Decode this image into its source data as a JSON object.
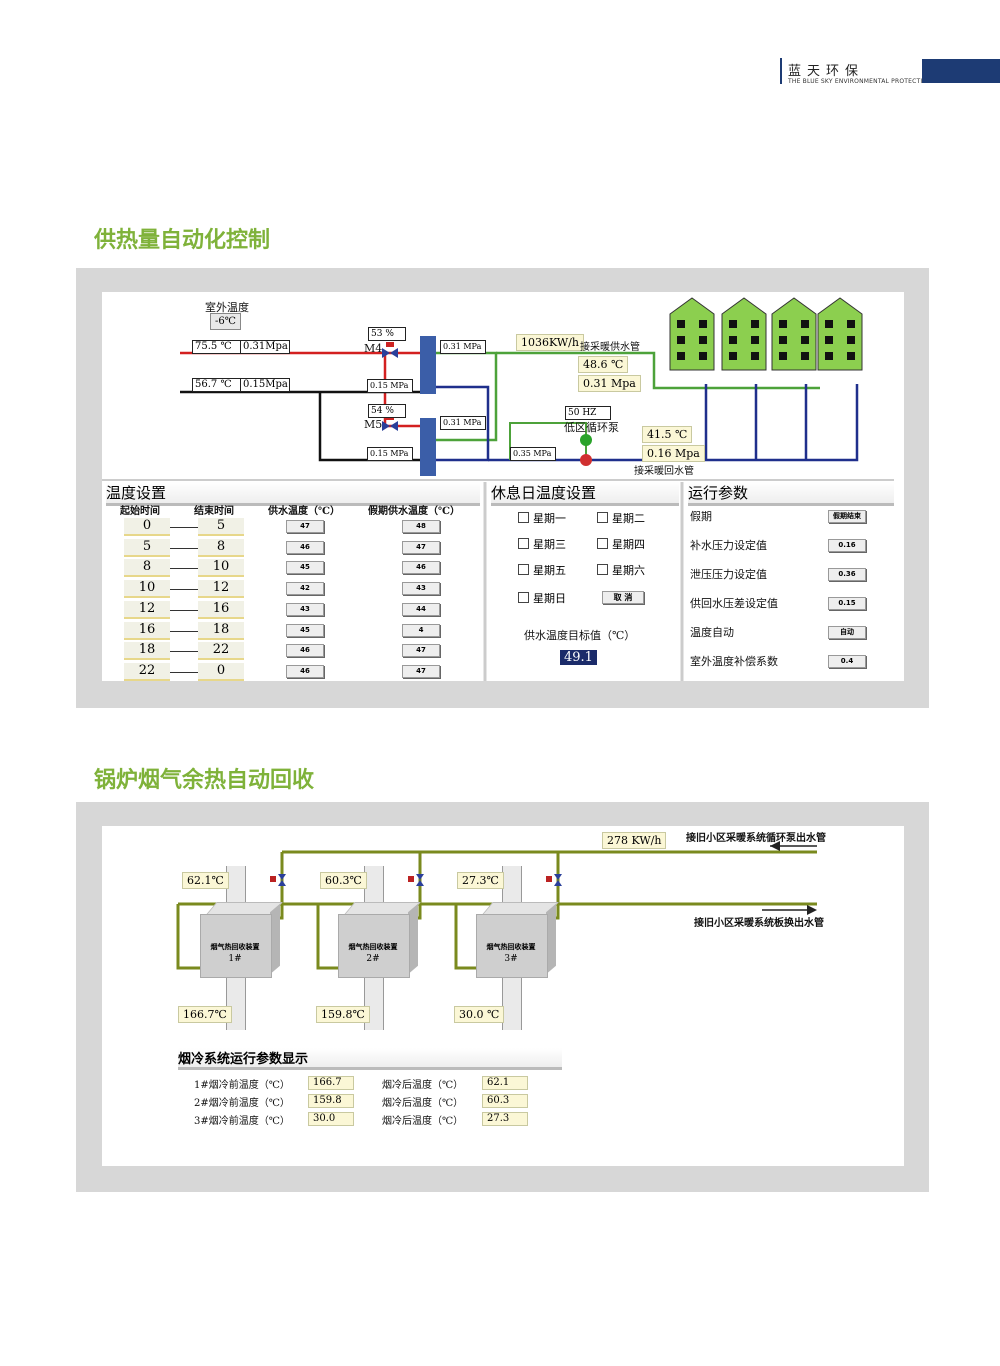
{
  "brand": {
    "cn": "蓝天环保",
    "en": "THE BLUE SKY ENVIRONMENTAL PROTECTION",
    "color": "#1d3b74"
  },
  "section1": {
    "title": "供热量自动化控制"
  },
  "section2": {
    "title": "锅炉烟气余热自动回收"
  },
  "scada1": {
    "outdoor_label": "室外温度",
    "outdoor_value": "-6℃",
    "supply_temp": "75.5  ℃",
    "supply_press": "0.31Mpa",
    "return_temp": "56.7  ℃",
    "return_press": "0.15Mpa",
    "m4_label": "M4",
    "m4_open": "53   %",
    "m5_label": "M5",
    "m5_open": "54   %",
    "hx1_out": "0.31 MPa",
    "hx1_in": "0.15 MPa",
    "hx2_out": "0.31 MPa",
    "hx2_in": "0.15 MPa",
    "pump_press": "0.35 MPa",
    "heat": "1036KW/h",
    "supply_pipe_label": "接采暖供水管",
    "supply_out_temp": "48.6 ℃",
    "supply_out_press": "0.31 Mpa",
    "pump_freq": "50   HZ",
    "pump_label": "低区循环泵",
    "return_in_temp": "41.5 ℃",
    "return_in_press": "0.16 Mpa",
    "return_pipe_label": "接采暖回水管",
    "temp_panel": {
      "title": "温度设置",
      "col_start": "起始时间",
      "col_end": "结束时间",
      "col_supply": "供水温度（℃）",
      "col_holiday": "假期供水温度（℃）",
      "rows": [
        [
          "0",
          "5",
          "47",
          "48"
        ],
        [
          "5",
          "8",
          "46",
          "47"
        ],
        [
          "8",
          "10",
          "45",
          "46"
        ],
        [
          "10",
          "12",
          "42",
          "43"
        ],
        [
          "12",
          "16",
          "43",
          "44"
        ],
        [
          "16",
          "18",
          "45",
          "4"
        ],
        [
          "18",
          "22",
          "46",
          "47"
        ],
        [
          "22",
          "0",
          "46",
          "47"
        ]
      ]
    },
    "rest_panel": {
      "title": "休息日温度设置",
      "days": [
        "星期一",
        "星期二",
        "星期三",
        "星期四",
        "星期五",
        "星期六",
        "星期日"
      ],
      "cancel": "取 消",
      "target_label": "供水温度目标值（℃）",
      "target_value": "49.1"
    },
    "run_panel": {
      "title": "运行参数",
      "items": [
        [
          "假期",
          "假期结束"
        ],
        [
          "补水压力设定值",
          "0.16"
        ],
        [
          "泄压压力设定值",
          "0.36"
        ],
        [
          "供回水压差设定值",
          "0.15"
        ],
        [
          "温度自动",
          "自动"
        ],
        [
          "室外温度补偿系数",
          "0.4"
        ]
      ]
    }
  },
  "scada2": {
    "heat": "278 KW/h",
    "pipe_top": "接旧小区采暖系统循环泵出水管",
    "pipe_bottom": "接旧小区采暖系统板换出水管",
    "units": [
      {
        "name": "烟气热回收装置",
        "num": "1#",
        "out": "62.1℃",
        "in": "166.7℃"
      },
      {
        "name": "烟气热回收装置",
        "num": "2#",
        "out": "60.3℃",
        "in": "159.8℃"
      },
      {
        "name": "烟气热回收装置",
        "num": "3#",
        "out": "27.3℃",
        "in": "30.0 ℃"
      }
    ],
    "params_title": "烟冷系统运行参数显示",
    "params": [
      {
        "before_label": "1#烟冷前温度（℃）",
        "before": "166.7",
        "after_label": "烟冷后温度（℃）",
        "after": "62.1"
      },
      {
        "before_label": "2#烟冷前温度（℃）",
        "before": "159.8",
        "after_label": "烟冷后温度（℃）",
        "after": "60.3"
      },
      {
        "before_label": "3#烟冷前温度（℃）",
        "before": "30.0",
        "after_label": "烟冷后温度（℃）",
        "after": "27.3"
      }
    ]
  },
  "colors": {
    "title_green": "#7fb23a",
    "pipe_red": "#d32020",
    "pipe_green": "#4da23a",
    "pipe_blue": "#1f2f8c",
    "pipe_olive": "#7a8a1e",
    "building": "#8ccf4f"
  }
}
